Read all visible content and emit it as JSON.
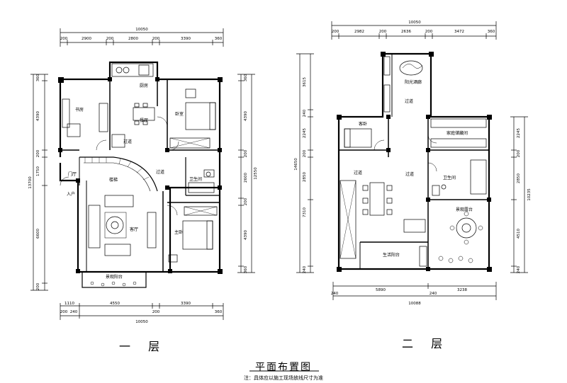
{
  "title": "平面布置图",
  "note": "注：具体应以施工现场放线尺寸为准",
  "floor1": {
    "label": "一 层",
    "dims_top_total": "10050",
    "dims_top": [
      "200",
      "2900",
      "200",
      "2800",
      "200",
      "3390",
      "360"
    ],
    "dims_bottom": [
      "1110",
      "4550",
      "200",
      "3390",
      "360"
    ],
    "dims_bottom_second": [
      "200",
      "240"
    ],
    "dims_bottom_total": "10050",
    "dims_left": [
      "360",
      "4390",
      "200",
      "1750",
      "6600",
      "200"
    ],
    "dims_left_total": "13700",
    "dims_right": [
      "360",
      "4390",
      "200",
      "2600",
      "200",
      "4390",
      "360"
    ],
    "dims_right_total": "12550",
    "rooms": {
      "study": "书房",
      "kitchen": "厨房",
      "dining": "餐厅",
      "bedroom": "卧室",
      "corridor": "过道",
      "corridor2": "过道",
      "foyer": "门厅",
      "stair": "楼梯",
      "entrance": "入户",
      "bath": "卫生间",
      "living": "客厅",
      "master": "主卧",
      "balcony": "景观阳台"
    }
  },
  "floor2": {
    "label": "二 层",
    "dims_top_total": "10050",
    "dims_top": [
      "200",
      "2982",
      "200",
      "2636",
      "200",
      "3472",
      "360"
    ],
    "dims_bottom": [
      "5890",
      "3238"
    ],
    "dims_bottom_edge": [
      "240",
      "240"
    ],
    "dims_bottom_total": "10088",
    "dims_left": [
      "3615",
      "240",
      "2245",
      "200",
      "2850",
      "7310",
      "240"
    ],
    "dims_left_total": "14650",
    "dims_right": [
      "2245",
      "200",
      "2850",
      "4510",
      "240"
    ],
    "dims_right_total": "10235",
    "rooms": {
      "sunroom": "阳光酒廊",
      "corridor_top": "过道",
      "guest": "客卧",
      "family": "家庭储藏间",
      "corridor_left": "过道",
      "corridor_mid": "过道",
      "bath": "卫生间",
      "terrace": "景观露台",
      "life_balcony": "生活阳台"
    }
  }
}
